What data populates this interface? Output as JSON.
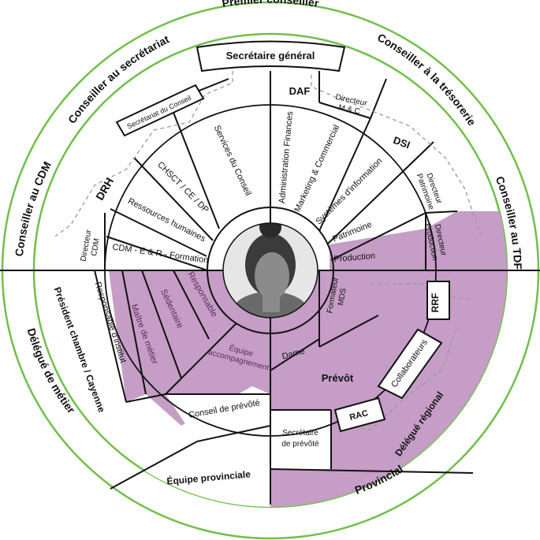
{
  "colors": {
    "outer_ring": "#6fbf4a",
    "purple": "#c59dc6",
    "purple_text": "#5a2d5e",
    "line": "#111111",
    "dash": "#9a9a9a"
  },
  "ring_labels": {
    "premier_conseiller": "Premier conseiller",
    "conseiller_tresorerie": "Conseiller à la trésorerie",
    "conseiller_tdf": "Conseiller au TDF",
    "conseiller_cdm": "Conseiller au CDM",
    "conseiller_secretariat": "Conseiller au secrétariat",
    "delegue_metier": "Délégué de métier",
    "provincial": "Provincial"
  },
  "upper": {
    "secretaire_general": "Secrétaire général",
    "secretariat_conseil": "Secrétariat du Conseil",
    "services_conseil": "Services du Conseil",
    "chsct": "CHSCT / CE / DP",
    "drh": "DRH",
    "ressources_humaines": "Ressources humaines",
    "directeur_cdm": [
      "Directeur",
      "CDM"
    ],
    "cdm_formation": "CDM - E & R - Formation",
    "daf": "DAF",
    "admin_finances": "Administration Finances",
    "directeur_mc": [
      "Directeur",
      "M & C"
    ],
    "marketing": "Marketing & Commercial",
    "dsi": "DSI",
    "systemes_info": "Systèmes d'information",
    "directeur_patrimoine": [
      "Directeur",
      "Patrimoine"
    ],
    "patrimoine": "Patrimoine",
    "directeur_production": [
      "Directeur",
      "Production"
    ],
    "production": "Production"
  },
  "lower": {
    "formateur_mds": [
      "Formateur",
      "MDS"
    ],
    "rrf": "RRF",
    "collaborateurs": "Collaborateurs",
    "dame": "Dame",
    "prevot": "Prévôt",
    "rac": "RAC",
    "delegue_regional": "Délégué régional",
    "secretaire_prevote": [
      "Secrétaire",
      "de prévôté"
    ],
    "equipe_accompagnement": [
      "Équipe",
      "accompagnement"
    ],
    "conseil_prevote": "Conseil de prévôté",
    "equipe_provinciale": "Équipe provinciale",
    "responsable": "Responsable",
    "sedentaire": "Sédentaire",
    "maitre_metier": "Maître de métier",
    "responsable_institut": "Responsable d'institut",
    "president_chambre": "Président chambre / Cayenne"
  }
}
